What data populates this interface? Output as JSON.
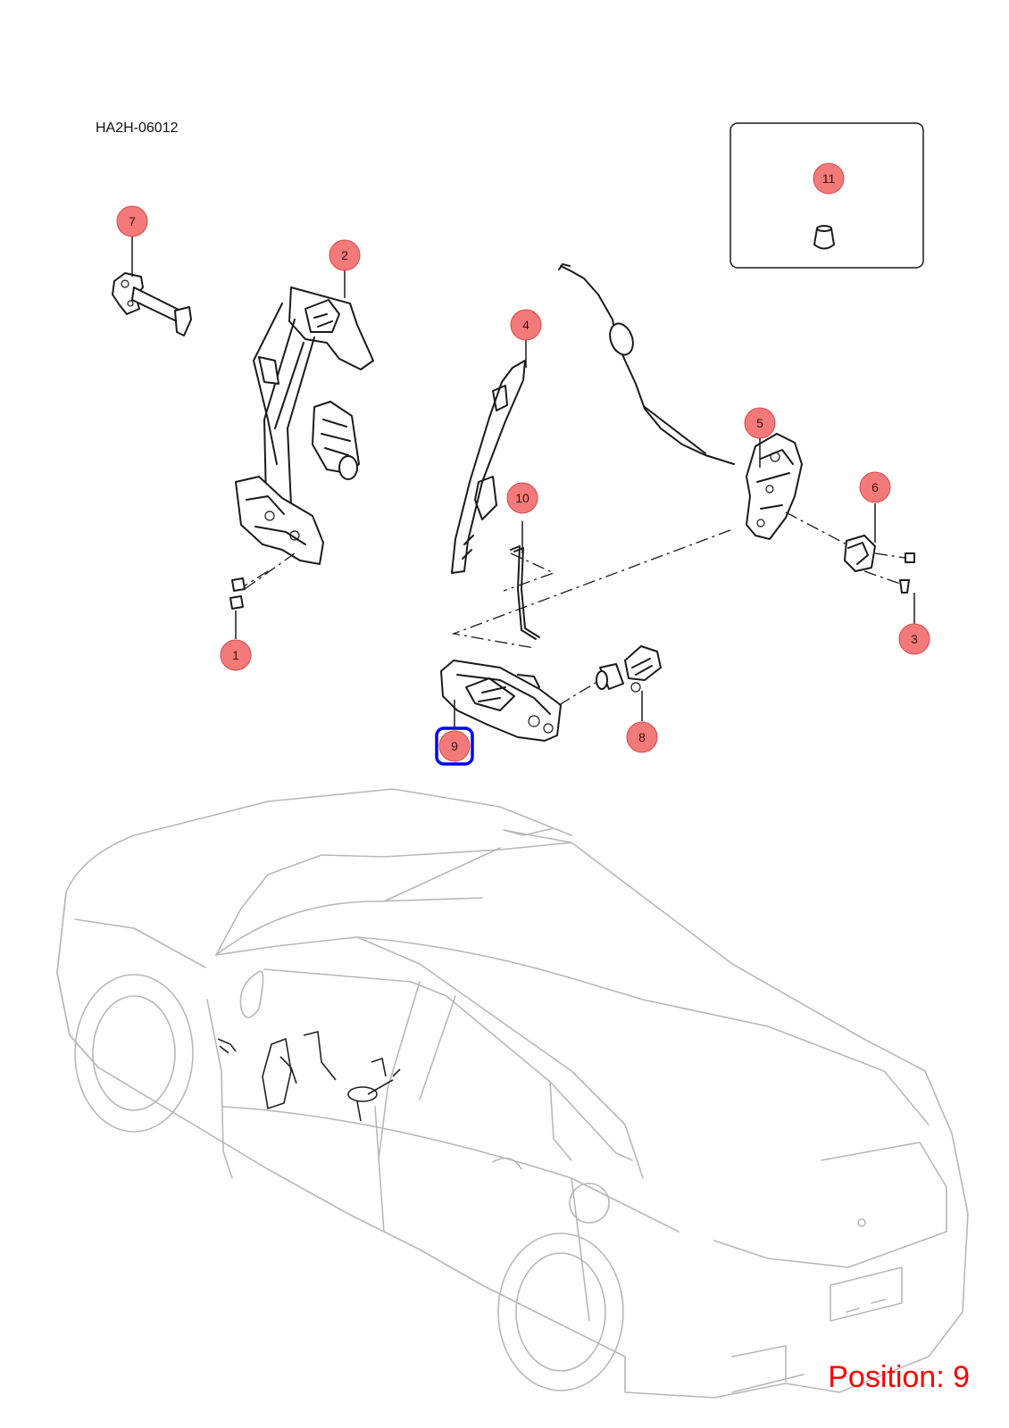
{
  "document_code": "HA2H-06012",
  "position_label": "Position: 9",
  "highlight_color": "#0000ff",
  "callout_color": "#f47a7a",
  "callouts": {
    "c1": "1",
    "c2": "2",
    "c3": "3",
    "c4": "4",
    "c5": "5",
    "c6": "6",
    "c7": "7",
    "c8": "8",
    "c9": "9",
    "c10": "10",
    "c11": "11"
  }
}
